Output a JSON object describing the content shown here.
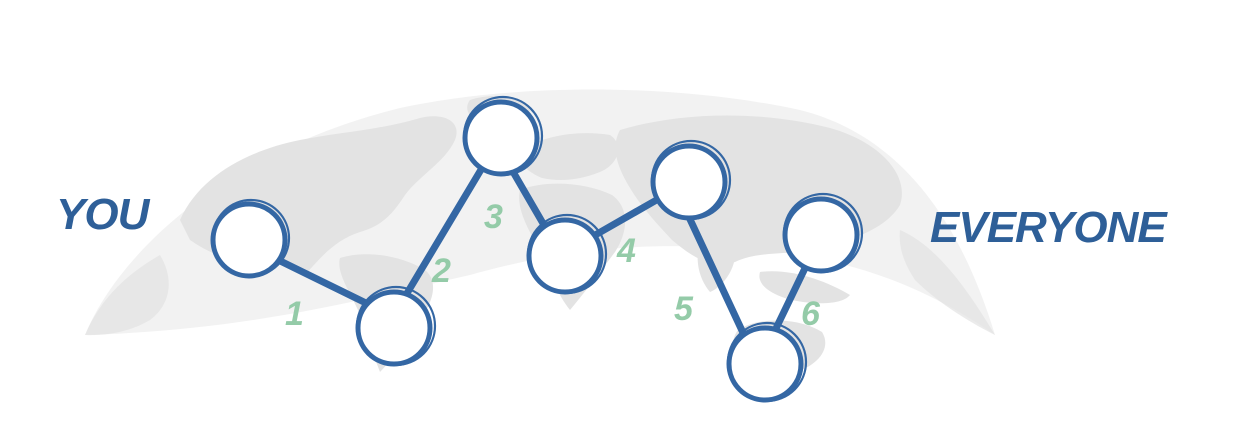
{
  "labels": {
    "start": "YOU",
    "end": "EVERYONE"
  },
  "steps": [
    "1",
    "2",
    "3",
    "4",
    "5",
    "6"
  ],
  "colors": {
    "node": "#3467a4",
    "label": "#2e5f98",
    "step": "#94cba8",
    "map": "#e3e3e3"
  }
}
